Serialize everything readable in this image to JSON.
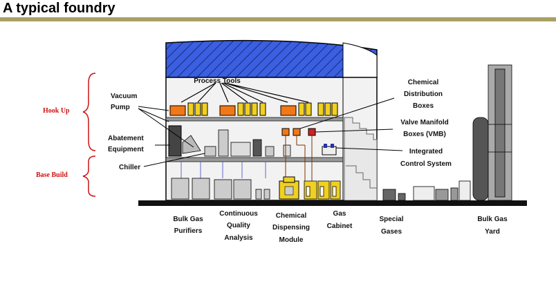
{
  "page": {
    "title": "A typical foundry"
  },
  "brackets": {
    "hook_up": "Hook Up",
    "base_build": "Base Build"
  },
  "labels": {
    "process_tools": "Process Tools",
    "vacuum_pump": [
      "Vacuum",
      "Pump"
    ],
    "abatement": [
      "Abatement",
      "Equipment"
    ],
    "chiller": "Chiller",
    "chemical_distribution": [
      "Chemical",
      "Distribution",
      "Boxes"
    ],
    "valve_manifold": [
      "Valve Manifold",
      "Boxes (VMB)"
    ],
    "integrated_control": [
      "Integrated",
      "Control System"
    ],
    "bulk_gas_purifiers": [
      "Bulk Gas",
      "Purifiers"
    ],
    "cqa": [
      "Continuous",
      "Quality",
      "Analysis"
    ],
    "chemical_dispensing": [
      "Chemical",
      "Dispensing",
      "Module"
    ],
    "gas_cabinet": [
      "Gas",
      "Cabinet"
    ],
    "special_gases": [
      "Special",
      "Gases"
    ],
    "bulk_gas_yard": [
      "Bulk Gas",
      "Yard"
    ]
  },
  "colors": {
    "roof": "#3a5fe0",
    "tool_orange": "#f07818",
    "tool_yellow": "#f0d020",
    "vmb_red": "#cc2222",
    "bracket_red": "#cc1111",
    "title_rule": "#a8a066"
  }
}
